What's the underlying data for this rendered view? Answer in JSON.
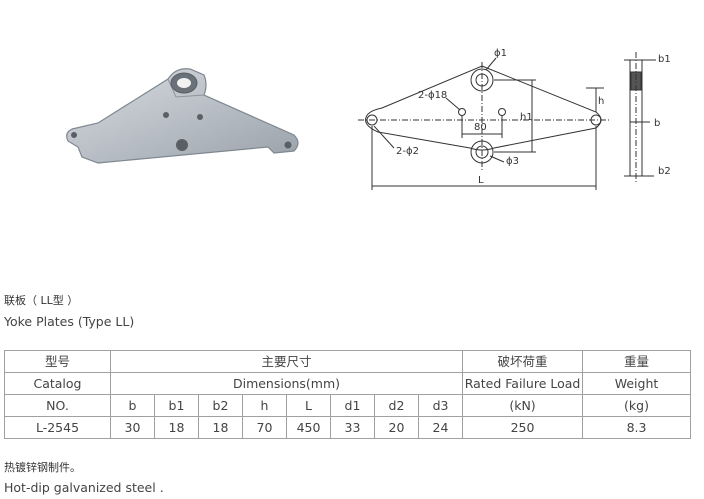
{
  "drawing": {
    "labels": {
      "phi1": "ϕ1",
      "two_phi18": "2-ϕ18",
      "eighty": "80",
      "h": "h",
      "h1": "h1",
      "two_phi2": "2-ϕ2",
      "phi3": "ϕ3",
      "L": "L",
      "b1": "b1",
      "b": "b",
      "b2": "b2"
    }
  },
  "heading": {
    "chinese": "联板（ LL型 ）",
    "english": "Yoke Plates (Type LL)"
  },
  "table": {
    "catalog_cn": "型号",
    "catalog_en": "Catalog",
    "catalog_no": "NO.",
    "dimensions_cn": "主要尺寸",
    "dimensions_en": "Dimensions(mm)",
    "load_cn": "破坏荷重",
    "load_en": "Rated Failure Load",
    "load_unit": "(kN)",
    "weight_cn": "重量",
    "weight_en": "Weight",
    "weight_unit": "(kg)",
    "dim_headers": [
      "b",
      "b1",
      "b2",
      "h",
      "L",
      "d1",
      "d2",
      "d3"
    ],
    "row": {
      "catalog": "L-2545",
      "dims": [
        "30",
        "18",
        "18",
        "70",
        "450",
        "33",
        "20",
        "24"
      ],
      "load": "250",
      "weight": "8.3"
    }
  },
  "note": {
    "chinese": "热镀锌钢制件。",
    "english": "Hot-dip galvanized steel ."
  }
}
